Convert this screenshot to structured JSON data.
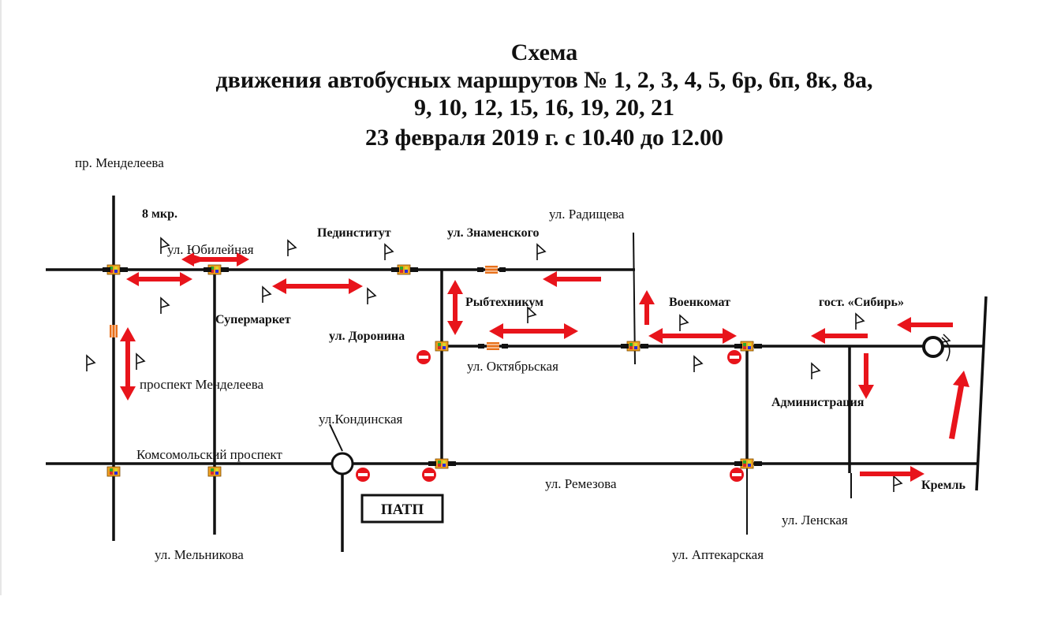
{
  "title": {
    "line1": "Схема",
    "line2": "движения автобусных маршрутов № 1, 2, 3, 4, 5, 6р, 6п, 8к, 8а,",
    "line3": "9, 10, 12, 15, 16, 19, 20, 21",
    "line4": "23 февраля 2019 г. с 10.40 до 12.00"
  },
  "labels": {
    "pr_mendeleeva": "пр. Менделеева",
    "mkr8": "8 мкр.",
    "yubileynaya": "ул. Юбилейная",
    "pedinstitut": "Пединститут",
    "znamenskogo": "ул. Знаменского",
    "radishcheva": "ул. Радищева",
    "supermarket": "Супермаркет",
    "rybtekhnikum": "Рыбтехникум",
    "voenkomat": "Военкомат",
    "gost_sibir": "гост. «Сибирь»",
    "doronina": "ул. Доронина",
    "oktyabrskaya": "ул. Октябрьская",
    "prospekt_mendeleeva": "проспект Менделеева",
    "administratsiya": "Администрация",
    "kondinskaya": "ул.Кондинская",
    "komsomolsky": "Комсомольский проспект",
    "remezova": "ул. Ремезова",
    "kreml": "Кремль",
    "patp": "ПАТП",
    "lenskaya": "ул. Ленская",
    "melnikova": "ул. Мельникова",
    "aptekarskaya": "ул. Аптекарская"
  },
  "colors": {
    "road": "#111111",
    "arrow": "#e8141b",
    "traffic_light": "#f0a020",
    "crosswalk": "#e8701a"
  }
}
